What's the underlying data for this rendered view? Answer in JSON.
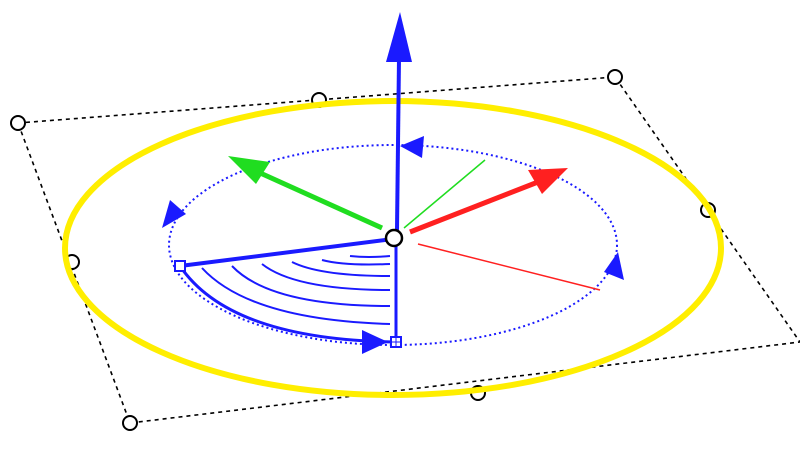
{
  "gizmo": {
    "tool": "rotate-transform-manipulator",
    "colors": {
      "x_axis": "#ff2020",
      "y_axis": "#20dd20",
      "z_axis": "#1a1aff",
      "rotation_ring": "#ffee00",
      "bounding_box": "#000000",
      "handle_fill": "#ffffff",
      "handle_stroke": "#000000"
    },
    "handles": {
      "bounding_box_corners": 4,
      "bounding_box_edge_midpoints": 4
    }
  }
}
